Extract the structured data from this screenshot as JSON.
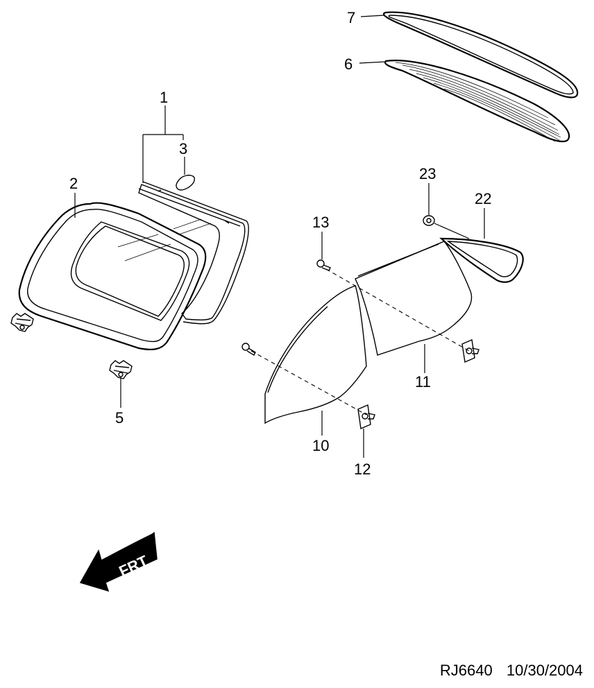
{
  "callouts": {
    "c1": "1",
    "c2": "2",
    "c3": "3",
    "c5": "5",
    "c6": "6",
    "c7": "7",
    "c10": "10",
    "c11": "11",
    "c12": "12",
    "c13": "13",
    "c22": "22",
    "c23": "23"
  },
  "direction_arrow": {
    "label": "FRT"
  },
  "footer": {
    "ref_code": "RJ6640",
    "date": "10/30/2004"
  }
}
